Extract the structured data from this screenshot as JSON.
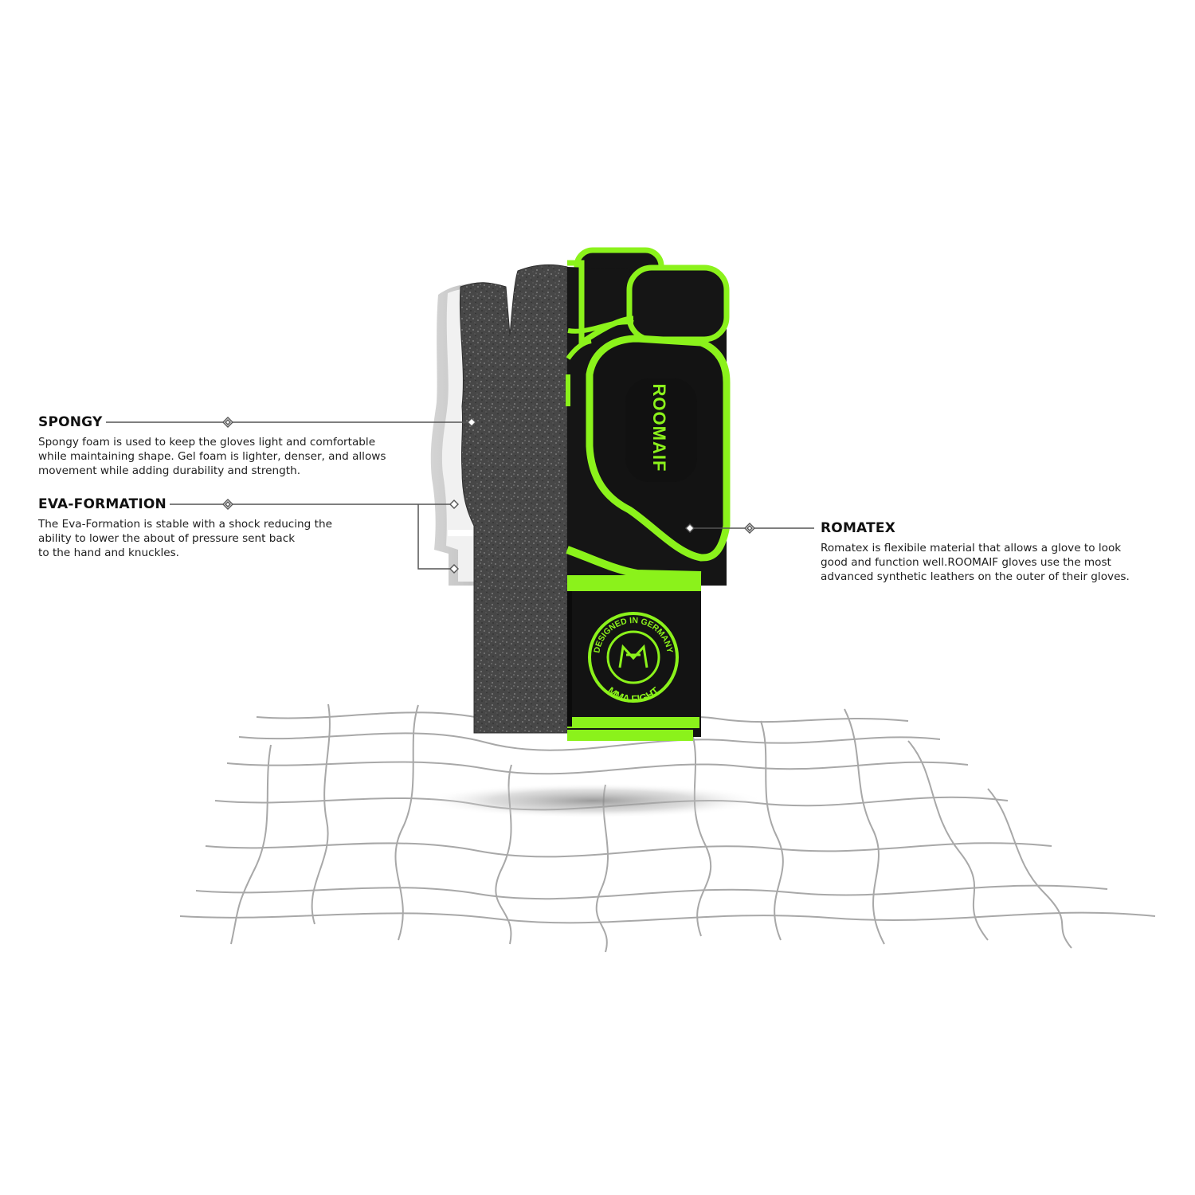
{
  "callouts": {
    "spongy": {
      "title": "SPONGY",
      "lines": [
        "Spongy foam is used to keep the gloves light and comfortable",
        "while maintaining shape. Gel foam is lighter, denser, and allows",
        "movement while adding durability and strength."
      ]
    },
    "eva": {
      "title": "EVA-FORMATION",
      "lines": [
        "The Eva-Formation is stable with a shock reducing the",
        "ability to lower the about of pressure sent back",
        "to the hand and knuckles."
      ]
    },
    "romatex": {
      "title": "ROMATEX",
      "lines": [
        "Romatex is flexibile material that allows a glove to look",
        "good and function well.ROOMAIF gloves use the most",
        "advanced synthetic leathers on the outer of their gloves."
      ]
    }
  },
  "product": {
    "brand": "ROOMAIF",
    "badge_top": "DESIGNED IN GERMANY",
    "badge_bottom": "MMA FIGHT"
  },
  "colors": {
    "accent_green": "#8bf21b",
    "glove_black": "#161616",
    "foam_grey": "#4b4b4b",
    "line_grey": "#555555"
  }
}
